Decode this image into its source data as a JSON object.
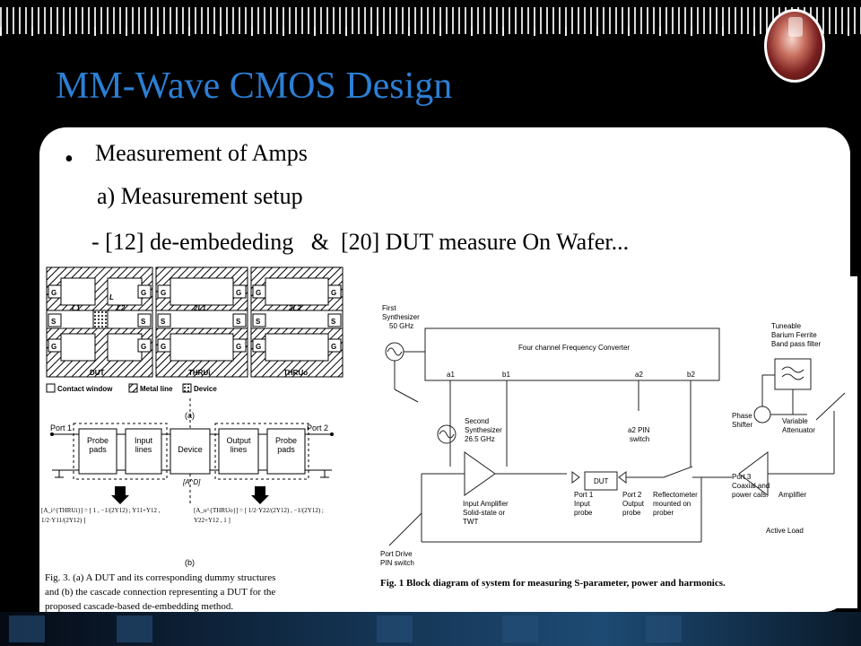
{
  "slide": {
    "title": "MM-Wave CMOS Design",
    "bullet_symbol": "•",
    "bullet_1": "Measurement of Amps",
    "line_2": "a) Measurement setup",
    "line_3": "- [12] de-embededing   &  [20] DUT measure On Wafer..."
  },
  "left_figure": {
    "labels": {
      "g": "G",
      "s": "S",
      "l": "L",
      "l1": "L1",
      "l2": "L2",
      "two_l1": "2L1",
      "two_l2": "2L2",
      "dut": "DUT",
      "thrui": "THRUi",
      "thruo": "THRUo",
      "legend_contact": "Contact window",
      "legend_metal": "Metal line",
      "legend_device": "Device",
      "sub_a": "(a)",
      "sub_b": "(b)",
      "port1": "Port 1",
      "port2": "Port 2",
      "probe_pads": "Probe pads",
      "input_lines": "Input lines",
      "device": "Device",
      "output_lines": "Output lines",
      "ad": "[A^D]",
      "eq_left": "[A_i^{THRUi}] = [ 1 , −1/(2Y12) ; Y11+Y12 , 1/2·Y11/(2Y12) ]",
      "eq_right": "[A_o^{THRUo}] = [ 1/2·Y22/(2Y12) , −1/(2Y12) ; Y22+Y12 , 1 ]"
    },
    "caption_1": "Fig. 3.    (a) A DUT and its corresponding dummy structures",
    "caption_2": "and (b) the cascade connection representing a DUT for the",
    "caption_3": "proposed cascade-based de-embedding method."
  },
  "right_figure": {
    "labels": {
      "first_synth_1": "First",
      "first_synth_2": "Synthesizer",
      "first_synth_3": "50 GHz",
      "converter": "Four channel Frequency Converter",
      "a1": "a1",
      "b1": "b1",
      "a2": "a2",
      "b2": "b2",
      "second_synth_1": "Second",
      "second_synth_2": "Synthesizer",
      "second_synth_3": "26.5 GHz",
      "pin_1": "a2 PIN",
      "pin_2": "switch",
      "dut": "DUT",
      "port1_1": "Port 1",
      "port1_2": "Input",
      "port1_3": "probe",
      "port2_1": "Port 2",
      "port2_2": "Output",
      "port2_3": "probe",
      "refl_1": "Reflectometer",
      "refl_2": "mounted on",
      "refl_3": "prober",
      "inamp_1": "Input Amplifier",
      "inamp_2": "Solid-state or",
      "inamp_3": "TWT",
      "port3_1": "Port 3",
      "port3_2": "Coaxial and",
      "port3_3": "power cals.",
      "amplifier": "Amplifier",
      "active_load": "Active Load",
      "tune_1": "Tuneable",
      "tune_2": "Barium Ferrite",
      "tune_3": "Band pass filter",
      "phase_1": "Phase",
      "phase_2": "Shifter",
      "var_1": "Variable",
      "var_2": "Attenuator",
      "port_drive_1": "Port Drive",
      "port_drive_2": "PIN switch"
    },
    "caption": "Fig. 1  Block diagram of system for measuring S-parameter, power and harmonics."
  }
}
